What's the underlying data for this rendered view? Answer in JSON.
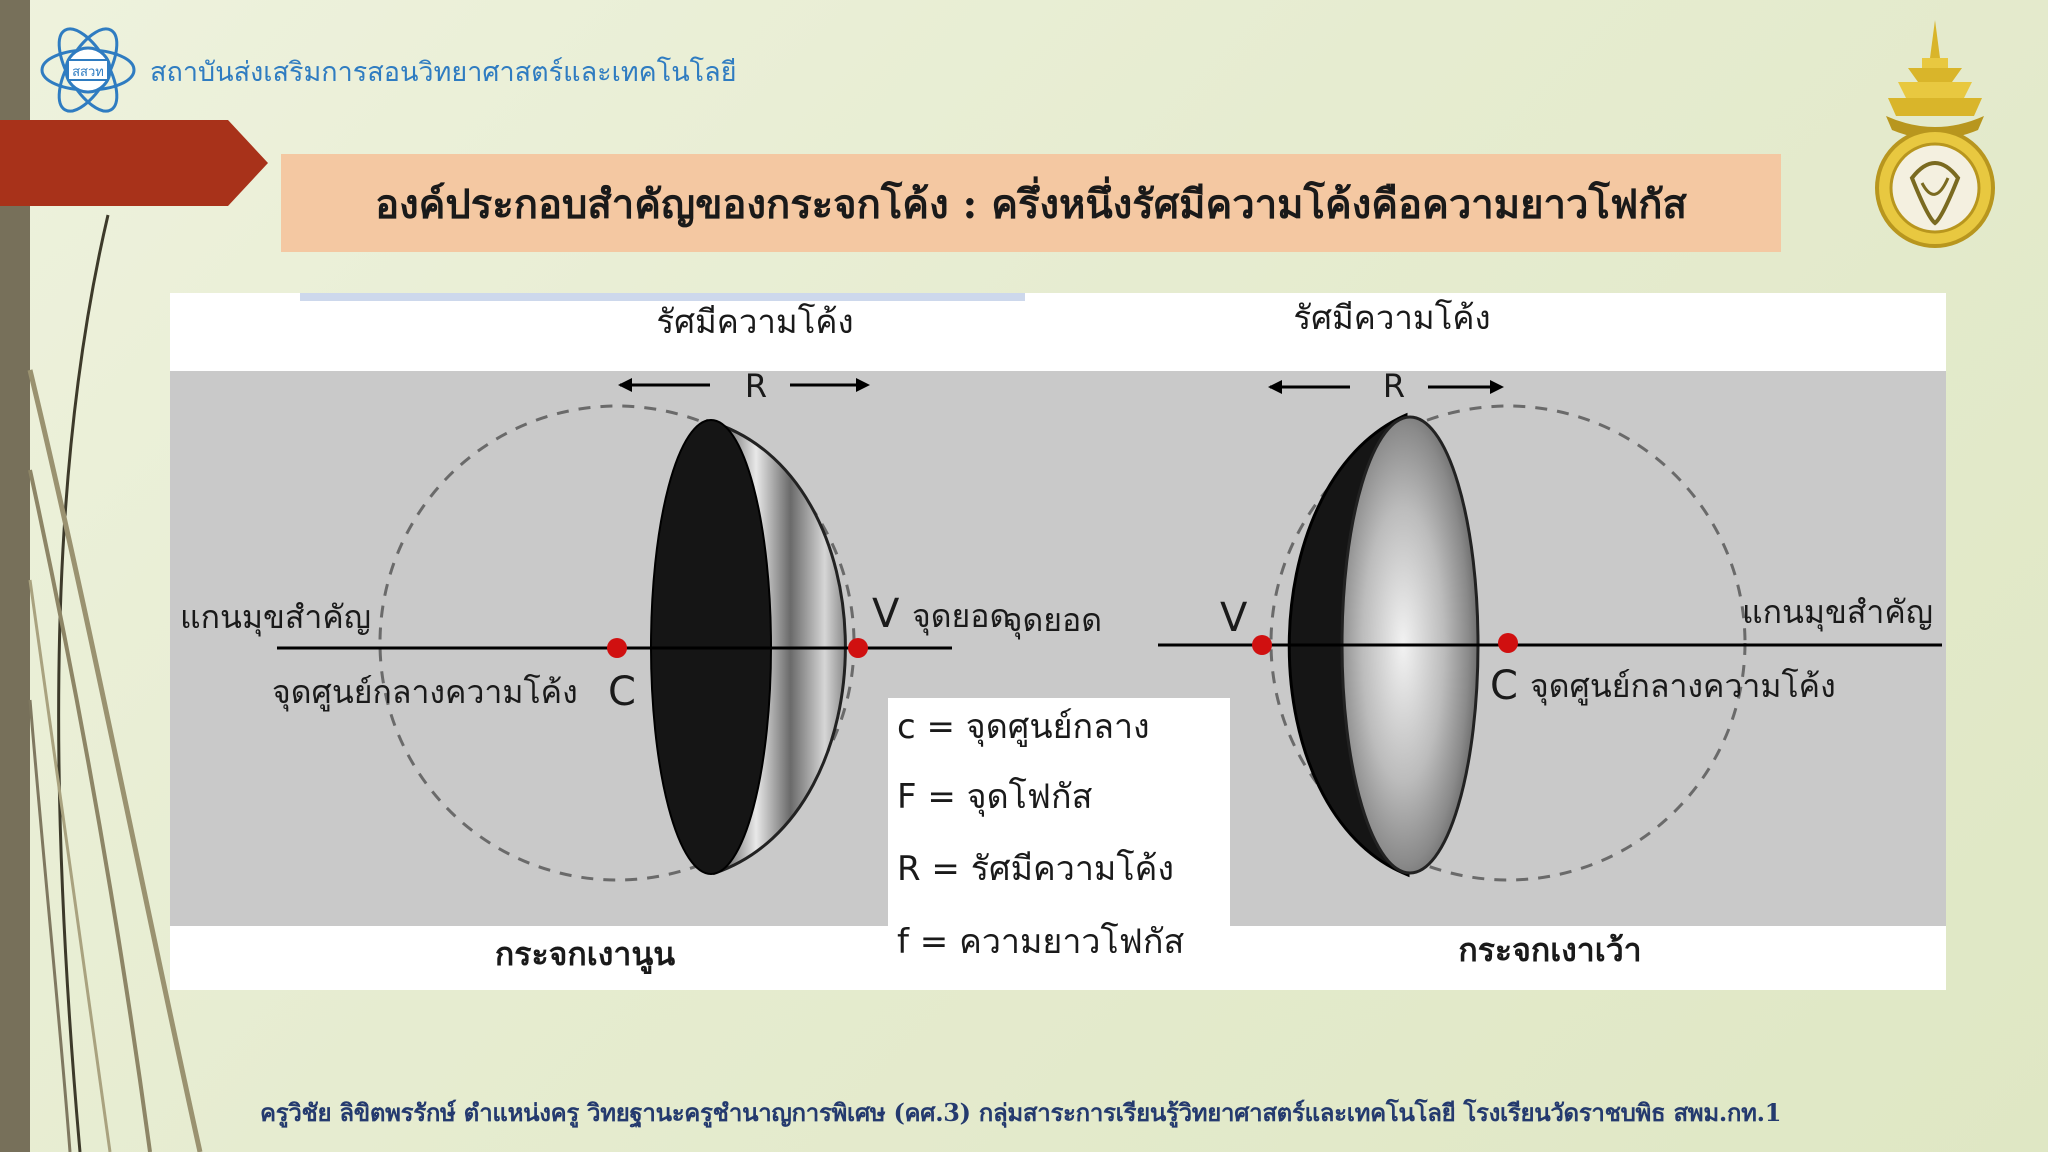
{
  "header": {
    "org_name": "สถาบันส่งเสริมการสอนวิทยาศาสตร์และเทคโนโลยี",
    "logo_text": "สสวท"
  },
  "slide": {
    "title": "องค์ประกอบสำคัญของกระจกโค้ง : ครึ่งหนึ่งรัศมีความโค้งคือความยาวโฟกัส"
  },
  "diagram": {
    "left": {
      "radius_label": "รัศมีความโค้ง",
      "r_symbol": "R",
      "axis_label": "แกนมุขสำคัญ",
      "vertex_symbol": "V",
      "vertex_label": "จุดยอด",
      "center_label": "จุดศูนย์กลางความโค้ง",
      "center_symbol": "C",
      "caption": "กระจกเงานูน"
    },
    "right": {
      "radius_label": "รัศมีความโค้ง",
      "r_symbol": "R",
      "axis_label": "แกนมุขสำคัญ",
      "vertex_label": "จุดยอด",
      "vertex_symbol": "V",
      "center_symbol": "C",
      "center_label": "จุดศูนย์กลางความโค้ง",
      "caption": "กระจกเงาเว้า"
    },
    "legend": [
      "c = จุดศูนย์กลาง",
      "F = จุดโฟกัส",
      "R = รัศมีความโค้ง",
      "f = ความยาวโฟกัส"
    ]
  },
  "footer": {
    "credit": "ครูวิชัย ลิขิตพรรักษ์ ตำแหน่งครู วิทยฐานะครูชำนาญการพิเศษ (คศ.3) กลุ่มสาระการเรียนรู้วิทยาศาสตร์และเทคโนโลยี โรงเรียนวัดราชบพิธ สพม.กท.1"
  },
  "colors": {
    "title_bg": "#f4c8a2",
    "org_text": "#2f7cc1",
    "accent_red": "#a8321a",
    "point_red": "#d01010",
    "footer_text": "#243a6e"
  }
}
